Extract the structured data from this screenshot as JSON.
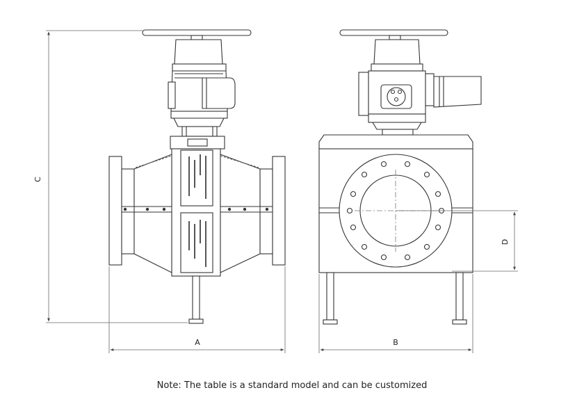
{
  "dimensions": {
    "a": "A",
    "b": "B",
    "c": "C",
    "d": "D"
  },
  "note": "Note: The table is a standard model and can be customized"
}
